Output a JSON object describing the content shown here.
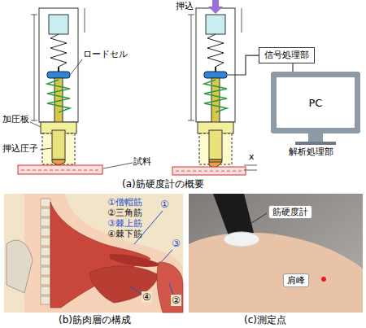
{
  "diagram": {
    "nodes": [
      {
        "text": [
          "信号処理部"
        ]
      },
      {
        "text": [
          "PC"
        ]
      }
    ],
    "edges": [
      {
        "from": 0,
        "to": 1,
        "arrow": "none"
      }
    ],
    "labels": [
      "押込",
      "ロードセル",
      "加圧板",
      "押込圧子",
      "試料",
      "x",
      "解析処理部",
      "(a)筋硬度計の概要",
      "①僧帽筋",
      "②三角筋",
      "③棘上筋",
      "④棘下筋",
      "①",
      "③",
      "④",
      "②",
      "筋硬度計",
      "肩峰",
      "(b)筋肉層の構成",
      "(c)測定点"
    ]
  }
}
